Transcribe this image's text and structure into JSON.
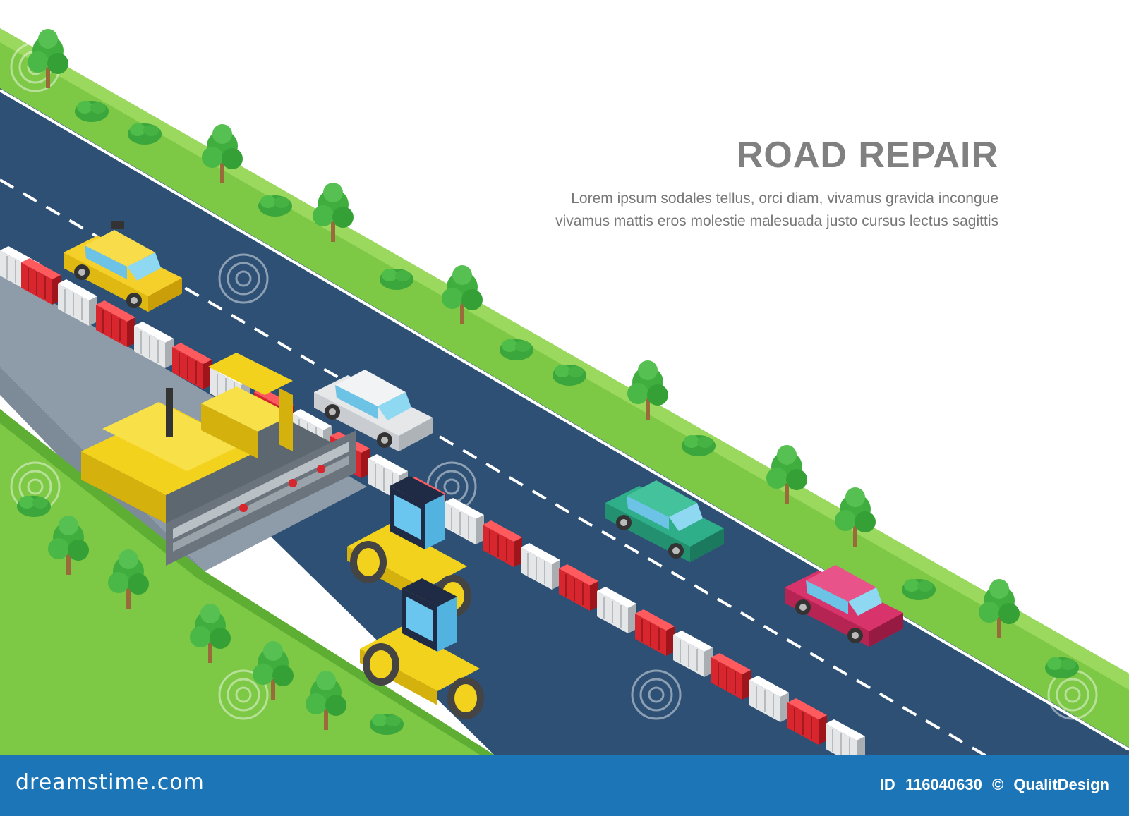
{
  "illustration": {
    "title": "ROAD REPAIR",
    "body": "Lorem ipsum sodales tellus, orci diam, vivamus gravida incongue vivamus mattis eros molestie malesuada justo cursus lectus sagittis"
  },
  "footer": {
    "brand": "dreamstime.com",
    "id_label": "ID",
    "id_value": "116040630",
    "copyright_symbol": "©",
    "author": "QualitDesign"
  },
  "colors": {
    "grass": "#7dc845",
    "road": "#2e5075",
    "road_worksite": "#8e9caa",
    "footer_bar": "#1b75b6",
    "paver": "#f2d21c"
  },
  "icons": [
    "tree-icon",
    "bush-icon",
    "barrier-icon",
    "taxi-icon",
    "car-icon",
    "paver-icon",
    "road-roller-icon",
    "watermark-spiral-icon"
  ]
}
